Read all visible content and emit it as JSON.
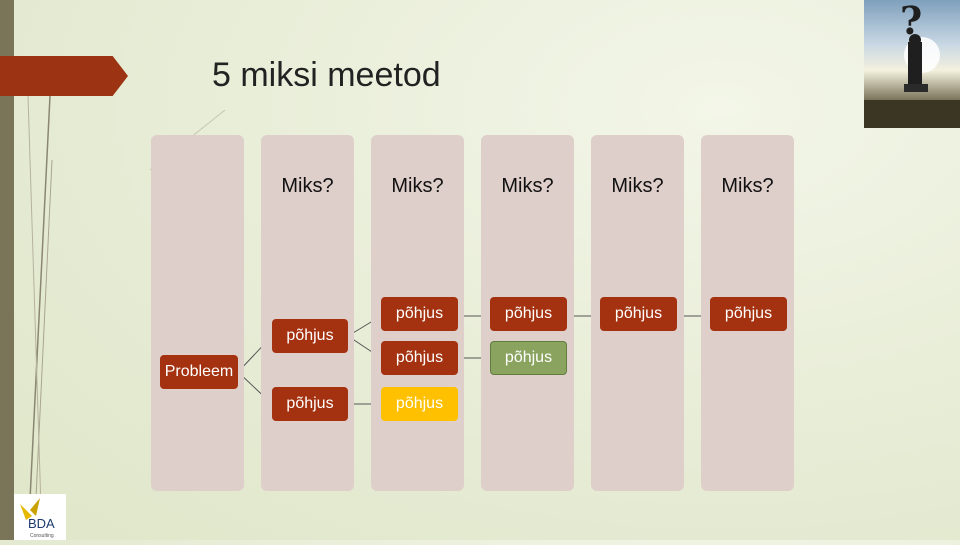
{
  "title": "5 miksi meetod",
  "problem_label": "Probleem",
  "columns": [
    {
      "miks": "Miks?"
    },
    {
      "miks": "Miks?"
    },
    {
      "miks": "Miks?"
    },
    {
      "miks": "Miks?"
    },
    {
      "miks": "Miks?"
    }
  ],
  "cause_label": "põhjus",
  "causes": [
    {
      "label": "põhjus",
      "color": "rust"
    },
    {
      "label": "põhjus",
      "color": "rust"
    },
    {
      "label": "põhjus",
      "color": "rust"
    },
    {
      "label": "põhjus",
      "color": "rust"
    },
    {
      "label": "põhjus",
      "color": "rust"
    },
    {
      "label": "põhjus",
      "color": "rust"
    },
    {
      "label": "põhjus",
      "color": "green"
    },
    {
      "label": "põhjus",
      "color": "rust"
    },
    {
      "label": "põhjus",
      "color": "yellow"
    }
  ],
  "logo_text": "BDA",
  "logo_sub": "Consulting",
  "colors": {
    "rust": "#a43210",
    "green": "#8aa35f",
    "yellow": "#ffc000",
    "column": "#dfcfcb",
    "accent": "#9c3312"
  }
}
